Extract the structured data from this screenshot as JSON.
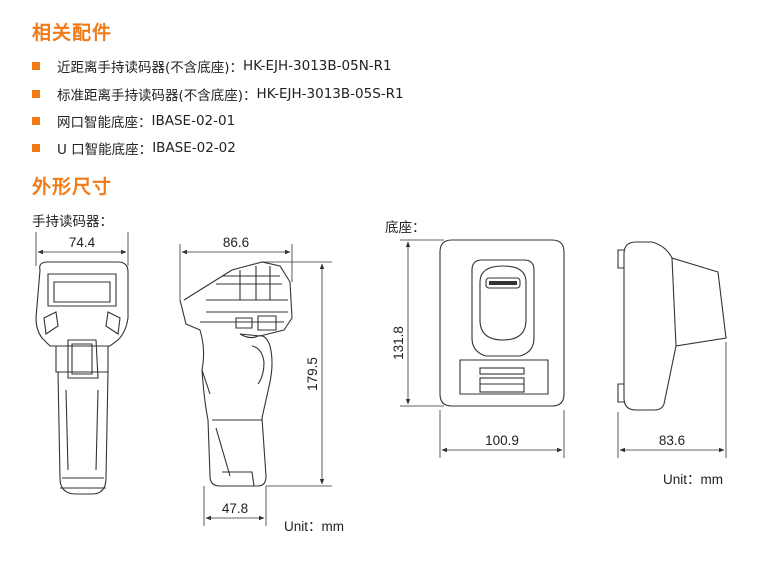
{
  "sections": {
    "accessories_title": "相关配件",
    "dimensions_title": "外形尺寸"
  },
  "accessories": [
    {
      "name": "近距离手持读码器(不含底座)：",
      "model": "HK-EJH-3013B-05N-R1"
    },
    {
      "name": "标准距离手持读码器(不含底座)：",
      "model": "HK-EJH-3013B-05S-R1"
    },
    {
      "name": "网口智能底座：",
      "model": "IBASE-02-01"
    },
    {
      "name": "U 口智能底座：",
      "model": "IBASE-02-02"
    }
  ],
  "labels": {
    "scanner": "手持读码器：",
    "base": "底座："
  },
  "dimensions": {
    "scanner_front_width": "74.4",
    "scanner_side_depth": "86.6",
    "scanner_height": "179.5",
    "scanner_grip": "47.8",
    "base_height": "131.8",
    "base_width": "100.9",
    "base_depth": "83.6"
  },
  "units": {
    "scanner": "Unit：mm",
    "base": "Unit：mm"
  },
  "colors": {
    "accent": "#f07a16",
    "line": "#333333"
  }
}
